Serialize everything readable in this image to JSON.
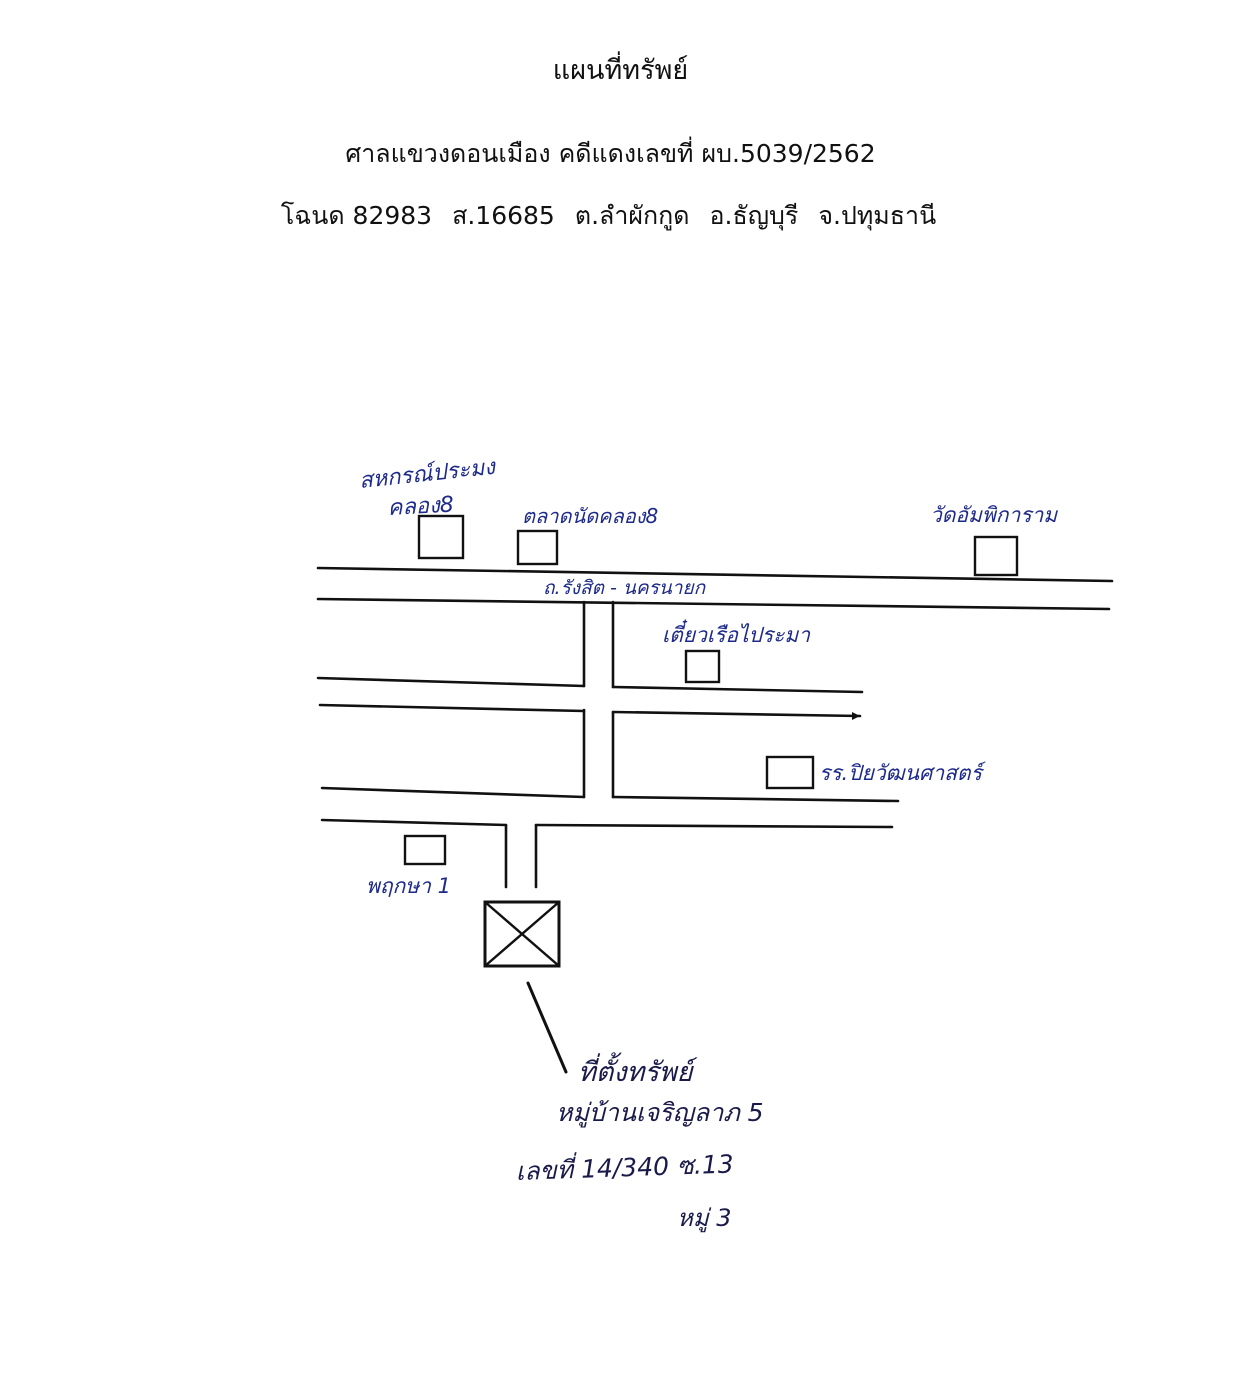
{
  "document": {
    "title": "แผนที่ทรัพย์",
    "court_line": "ศาลแขวงดอนเมือง  คดีแดงเลขที่ ผบ.5039/2562",
    "deed": {
      "deed_no": "โฉนด 82983",
      "survey_no": "ส.16685",
      "subdistrict": "ต.ลำผักกูด",
      "district": "อ.ธัญบุรี",
      "province": "จ.ปทุมธานี"
    }
  },
  "map": {
    "landmarks": {
      "coop": [
        "สหกรณ์ประมง",
        "คลอง8"
      ],
      "market": "ตลาดนัดคลอง8",
      "temple": "วัดอัมพิการาม",
      "road": "ถ.รังสิต - นครนายก",
      "noodle_shop": "เตี๋ยวเรือไประมา",
      "school": "รร.ปิยวัฒนศาสตร์",
      "village_1": "พฤกษา 1"
    },
    "property_note": {
      "line1": "ที่ตั้งทรัพย์",
      "line2": "หมู่บ้านเจริญลาภ 5",
      "line3": "เลขที่ 14/340  ซ.13",
      "line4": "หมู่ 3"
    },
    "ink_color": "#1d2a8a"
  }
}
